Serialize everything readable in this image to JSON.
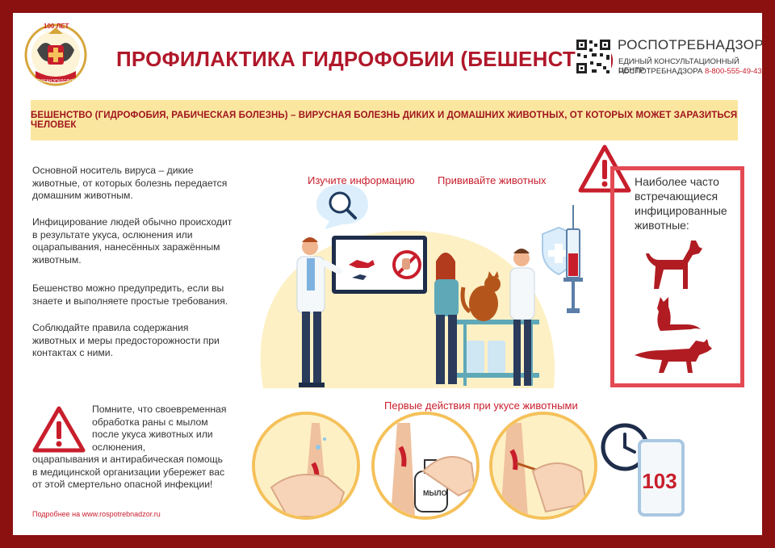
{
  "header": {
    "logo_text_top": "100 ЛЕТ",
    "logo_text_bottom": "ГОССАНЭПИДСЛУЖБА",
    "title": "ПРОФИЛАКТИКА ГИДРОФОБИИ (БЕШЕНСТВО)",
    "org_name": "РОСПОТРЕБНАДЗОР",
    "org_sub1": "ЕДИНЫЙ КОНСУЛЬТАЦИОННЫЙ ЦЕНТР",
    "org_sub2": "РОСПОТРЕБНАДЗОРА",
    "org_phone": "8-800-555-49-43"
  },
  "banner": "БЕШЕНСТВО (ГИДРОФОБИЯ, РАБИЧЕСКАЯ БОЛЕЗНЬ) – ВИРУСНАЯ БОЛЕЗНЬ ДИКИХ И ДОМАШНИХ ЖИВОТНЫХ, ОТ КОТОРЫХ МОЖЕТ ЗАРАЗИТЬСЯ ЧЕЛОВЕК",
  "left": {
    "p1": "Основной носитель вируса – дикие животные, от которых болезнь передается домашним животным.",
    "p2": "Инфицирование людей обычно происходит в результате укуса, ослюнения или оцарапывания, нанесённых заражённым животным.",
    "p3": "Бешенство можно предупредить, если вы знаете и выполняете простые требования.",
    "p4": "Соблюдайте правила содержания животных и меры предосторожности при контактах с ними.",
    "reminder_1": "Помните, что своевременная обработка раны с мылом после укуса животных или ослюнения,",
    "reminder_2": "оцарапывания и антирабическая помощь в медицинской организации убережет вас от этой смертельно опасной инфекции!",
    "source": "Подробнее на www.rospotrebnadzor.ru"
  },
  "center": {
    "label_info": "Изучите информацию",
    "label_vaccinate": "Прививайте животных",
    "first_aid_label": "Первые действия при укусе животными",
    "soap_label": "МЫЛО",
    "phone_number": "103"
  },
  "animals": {
    "title": "Наиболее часто встречающиеся инфицированные животные:",
    "items": [
      "dog-icon",
      "cat-icon",
      "fox-icon"
    ]
  },
  "colors": {
    "frame": "#8b1010",
    "accent_red": "#c81e2c",
    "banner_bg": "#fbe6a0",
    "circle_border": "#f5c15a",
    "animal_red": "#b01c22"
  }
}
